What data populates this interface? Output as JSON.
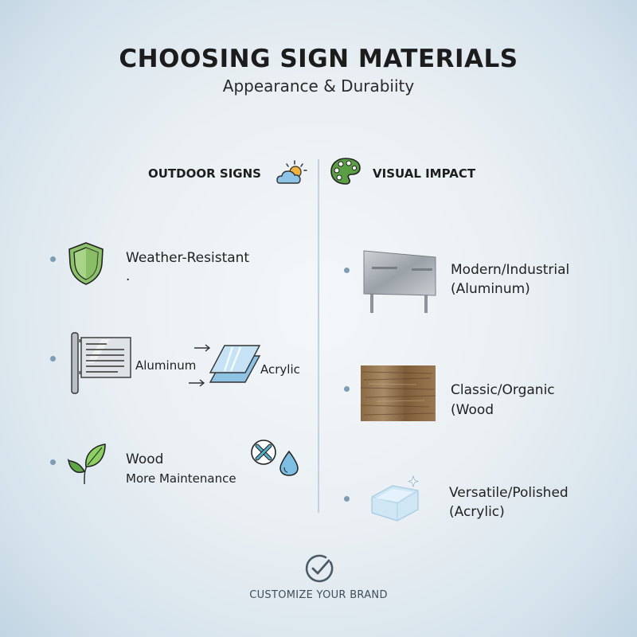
{
  "header": {
    "title": "CHOOSING SIGN MATERIALS",
    "subtitle": "Appearance & Durabiity"
  },
  "left_column": {
    "heading": "OUTDOOR SIGNS",
    "heading_icon": "sun-cloud-icon",
    "items": [
      {
        "icon": "shield-icon",
        "label": "Weather-Resistant",
        "sublabel": "."
      },
      {
        "icon": "aluminum-sign-icon",
        "label": "Aluminum",
        "icon2": "acrylic-sheets-icon",
        "label2": "Acrylic"
      },
      {
        "icon": "leaf-icon",
        "label": "Wood",
        "sublabel": "More Maintenance",
        "extra_icons": [
          "tools-icon",
          "water-drop-icon"
        ]
      }
    ]
  },
  "right_column": {
    "heading": "VISUAL IMPACT",
    "heading_icon": "palette-icon",
    "items": [
      {
        "icon": "metal-sign-icon",
        "line1": "Modern/Industrial",
        "line2": "(Aluminum)"
      },
      {
        "icon": "wood-panel-icon",
        "line1": "Classic/Organic",
        "line2": "(Wood"
      },
      {
        "icon": "acrylic-block-icon",
        "line1": "Versatile/Polished",
        "line2": "(Acrylic)"
      }
    ]
  },
  "footer": {
    "icon": "check-circle-icon",
    "text": "CUSTOMIZE YOUR BRAND"
  },
  "colors": {
    "bullet": "#7d9db4",
    "shield_green": "#8cc26a",
    "palette_green": "#5a9e44",
    "cloud_blue": "#8ec4e6",
    "sun_orange": "#f2b33d",
    "acrylic_blue": "#a9d3ee",
    "footer_gray": "#4a5a66"
  }
}
